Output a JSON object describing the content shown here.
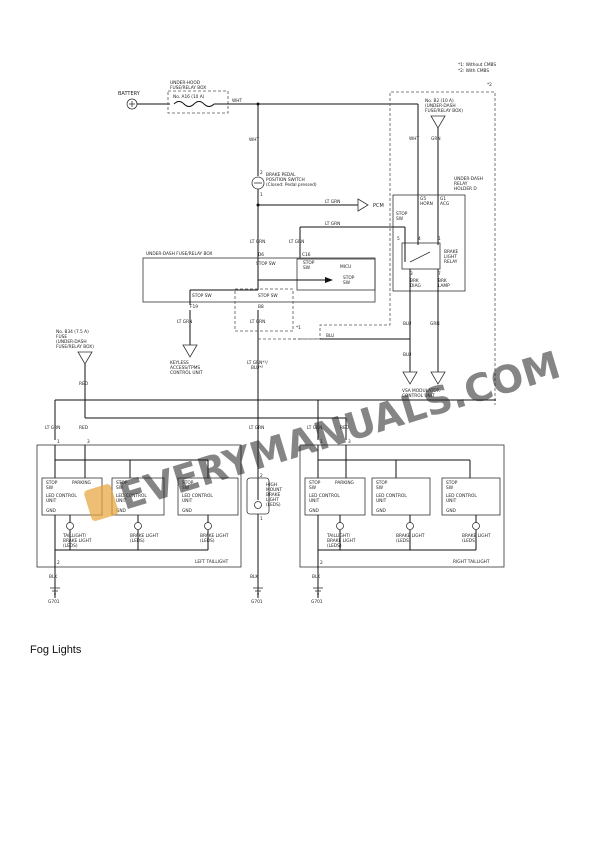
{
  "notes": {
    "n1": "*1: Without CMBS",
    "n2": "*2: With CMBS",
    "n2_marker": "*2",
    "n1_marker": "*1"
  },
  "battery": {
    "label": "BATTERY"
  },
  "underhood_box": {
    "title1": "UNDER-HOOD",
    "title2": "FUSE/RELAY BOX",
    "fuse": "No. A16 (10 A)"
  },
  "wire": {
    "wht": "WHT",
    "grn": "GRN",
    "ltgrn": "LT GRN",
    "blu": "BLU",
    "red": "RED",
    "blk": "BLK",
    "ltgrn_blu": "LT GRN*¹/",
    "blu_short": "BLU*²"
  },
  "underdash_fuse": {
    "l1": "No. B2 (10 A)",
    "l2": "(UNDER-DASH",
    "l3": "FUSE/RELAY BOX)"
  },
  "relay_holder": {
    "l1": "UNDER-DASH",
    "l2": "RELAY",
    "l3": "HOLDER D",
    "horn": "HORN",
    "acg": "ACG",
    "stop_sw": "STOP",
    "stop_sw2": "SW",
    "relay1": "BRAKE",
    "relay2": "LIGHT",
    "relay3": "RELAY",
    "brk_diag1": "BRK",
    "brk_diag2": "DIAG",
    "brk_lamp1": "BRK",
    "brk_lamp2": "LAMP",
    "p5": "5",
    "p6": "6",
    "p4": "4",
    "p3": "3",
    "p1": "1",
    "p7": "7",
    "g1": "G1",
    "g5": "G5"
  },
  "brake_switch": {
    "l1": "BRAKE PEDAL",
    "l2": "POSITION SWITCH",
    "l3": "(Closed: Pedal pressed)",
    "pin2": "2",
    "pin1": "1"
  },
  "pcm": {
    "label": "PCM"
  },
  "underdash_box": {
    "title": "UNDER-DASH FUSE/RELAY BOX",
    "d6": "D6",
    "c16": "C16",
    "f19": "F19",
    "b8": "B8",
    "stop_sw": "STOP SW",
    "micu1": "MICU",
    "micu2": "STOP",
    "micu3": "SW",
    "star1": "*1"
  },
  "keyless": {
    "l1": "KEYLESS",
    "l2": "ACCESS/TPMS",
    "l3": "CONTROL UNIT"
  },
  "vsa": {
    "l1": "VSA MODULATOR-",
    "l2": "CONTROL UNIT"
  },
  "fuse_b34": {
    "l1": "No. B34 (7.5 A)",
    "l2": "FUSE",
    "l3": "(UNDER-DASH",
    "l4": "FUSE/RELAY BOX)"
  },
  "left_taillight": {
    "title": "LEFT TAILLIGHT",
    "pin1": "1",
    "pin3": "3",
    "pin2": "2"
  },
  "right_taillight": {
    "title": "RIGHT TAILLIGHT",
    "pin1": "1",
    "pin3": "3",
    "pin2": "2"
  },
  "led": {
    "stop": "STOP",
    "sw": "SW",
    "parking": "PARKING",
    "unit1": "LED CONTROL",
    "unit2": "UNIT",
    "gnd": "GND"
  },
  "lamp": {
    "tail1": "TAILLIGHT/",
    "tail2": "BRAKE LIGHT",
    "tail3": "(LEDS)",
    "brake1": "BRAKE LIGHT",
    "brake2": "(LEDS)"
  },
  "hmsl": {
    "l1": "HIGH",
    "l2": "MOUNT",
    "l3": "BRAKE",
    "l4": "LIGHT",
    "l5": "(LEDS)",
    "pin2": "2",
    "pin1": "1"
  },
  "ground": {
    "label": "G701"
  },
  "watermark": {
    "text": "EVERYMANUALS.COM"
  },
  "section": {
    "heading": "Fog Lights"
  }
}
